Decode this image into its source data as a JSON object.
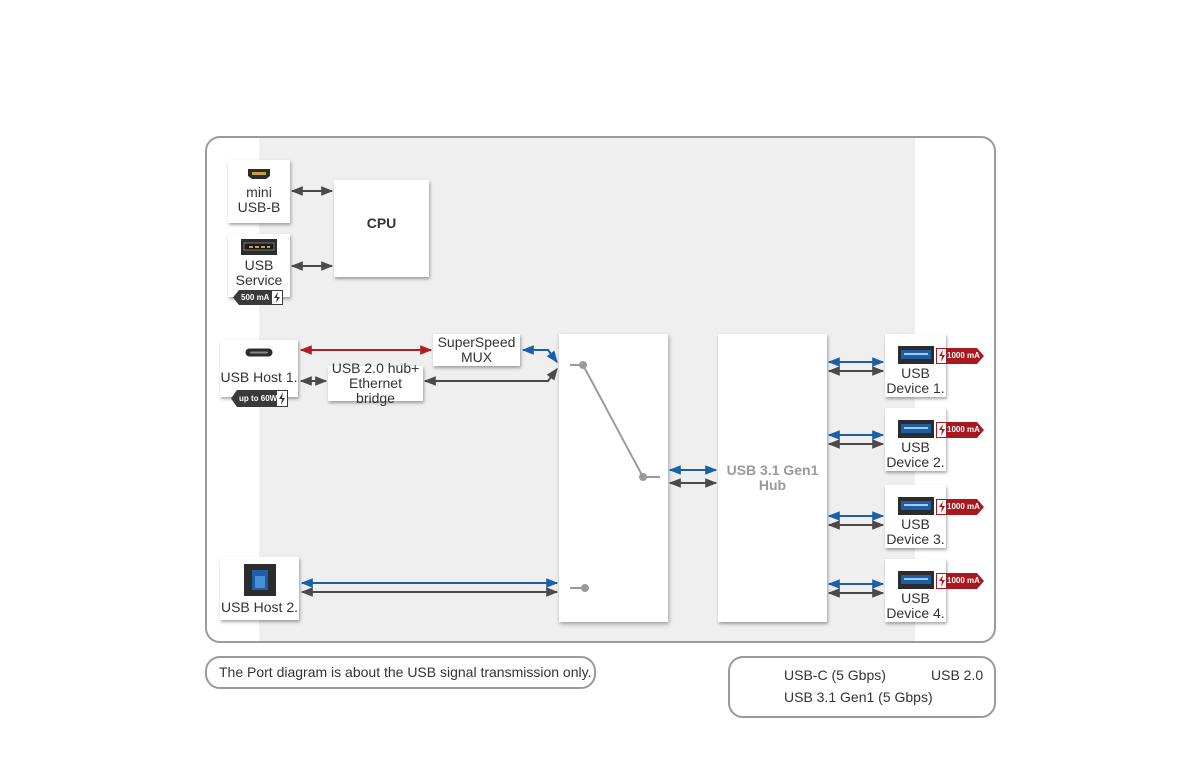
{
  "diagram": {
    "cpu": "CPU",
    "mini_usb_b": [
      "mini",
      "USB-B"
    ],
    "usb_service": [
      "USB",
      "Service"
    ],
    "usb_service_badge": "500 mA",
    "usb_host1": "USB Host 1.",
    "usb_host1_badge": "up to 60W",
    "usb_host2": "USB Host 2.",
    "superspeed_mux": [
      "SuperSpeed",
      "MUX"
    ],
    "hub_ethernet": [
      "USB 2.0 hub+",
      "Ethernet bridge"
    ],
    "usb31_hub": [
      "USB 3.1 Gen1",
      "Hub"
    ],
    "devices": [
      {
        "line1": "USB",
        "line2": "Device 1.",
        "badge": "1000 mA"
      },
      {
        "line1": "USB",
        "line2": "Device 2.",
        "badge": "1000 mA"
      },
      {
        "line1": "USB",
        "line2": "Device 3.",
        "badge": "1000 mA"
      },
      {
        "line1": "USB",
        "line2": "Device 4.",
        "badge": "1000 mA"
      }
    ]
  },
  "footnote": "The Port diagram is about the USB signal transmission only.",
  "legend": {
    "usb_c": "USB-C (5 Gbps)",
    "usb_20": "USB 2.0",
    "usb_31": "USB 3.1 Gen1 (5 Gbps)"
  },
  "colors": {
    "usb_c": "#b01d24",
    "usb_20": "#4a4a4a",
    "usb_31": "#1a5fa8",
    "frame": "#9a9a9a",
    "panel": "#efefef",
    "badge_dark": "#3a3a3a",
    "badge_red": "#a8181f"
  }
}
